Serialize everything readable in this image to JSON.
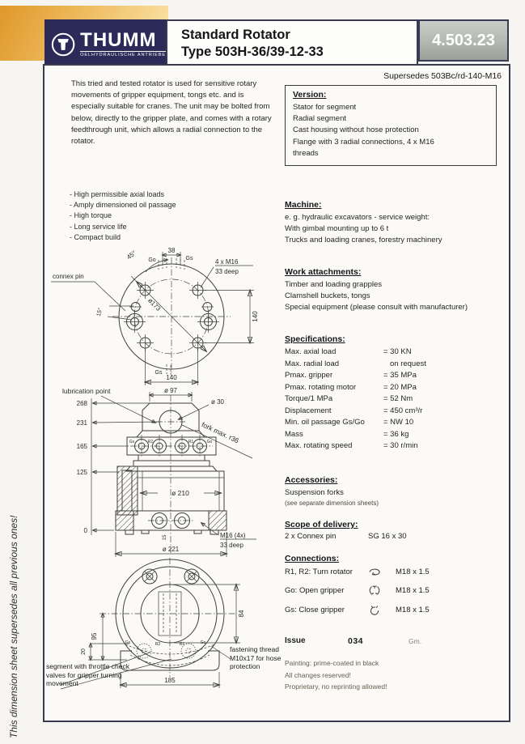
{
  "page": {
    "code_box": "4.503.23",
    "supersedes": "Supersedes 503Bc/rd-140-M16",
    "side_note": "This dimension sheet supersedes all previous ones!"
  },
  "header": {
    "logo": {
      "brand": "THUMM",
      "tagline": "OELHYDRAULISCHE ANTRIEBE"
    },
    "title_line1": "Standard Rotator",
    "title_line2": "Type 503H-36/39-12-33"
  },
  "colors": {
    "brand_navy": "#2b2a58",
    "accent_orange": "#df982a",
    "code_box_gray": "#aab0a8"
  },
  "intro": {
    "p1": "This tried and tested rotator is used for sensitive rotary movements of gripper equipment, tongs etc. and is especially suitable for cranes.",
    "p2": "The unit may be bolted from below, directly to the gripper plate, and comes with a rotary feedthrough unit, which allows a radial connection to the rotator.",
    "bullets": [
      "- High permissible axial loads",
      "- Amply dimensioned oil passage",
      "- High torque",
      "- Long service life",
      "- Compact build"
    ]
  },
  "version": {
    "heading": "Version:",
    "lines": [
      "Stator for segment",
      "Radial segment",
      "Cast housing without hose protection",
      "Flange with 3 radial connections, 4 x M16",
      "threads"
    ]
  },
  "machine": {
    "heading": "Machine:",
    "lines": [
      "e. g. hydraulic excavators - service weight:",
      "With gimbal mounting up to 6 t",
      "Trucks and loading cranes, forestry machinery"
    ]
  },
  "work_attachments": {
    "heading": "Work attachments:",
    "lines": [
      "Timber and loading grapples",
      "Clamshell buckets, tongs",
      "Special equipment (please consult with manufacturer)"
    ]
  },
  "specifications": {
    "heading": "Specifications:",
    "rows": [
      {
        "label": "Max. axial load",
        "value": "= 30 KN"
      },
      {
        "label": "Max. radial load",
        "value": "on request"
      },
      {
        "label": "Pmax. gripper",
        "value": "= 35 MPa"
      },
      {
        "label": "Pmax. rotating motor",
        "value": "= 20 MPa"
      },
      {
        "label": "Torque/1 MPa",
        "value": "= 52 Nm"
      },
      {
        "label": "Displacement",
        "value": "= 450 cm³/r"
      },
      {
        "label": "Min. oil passage Gs/Go",
        "value": "= NW 10"
      },
      {
        "label": "Mass",
        "value": "= 36 kg"
      },
      {
        "label": "Max. rotating speed",
        "value": "= 30 r/min"
      }
    ]
  },
  "accessories": {
    "heading": "Accessories:",
    "line": "Suspension forks",
    "note": "(see separate dimension sheets)"
  },
  "scope": {
    "heading": "Scope of delivery:",
    "item": "2 x Connex pin",
    "value": "SG 16 x 30"
  },
  "connections": {
    "heading": "Connections:",
    "rows": [
      {
        "label": "R1, R2: Turn rotator",
        "icon": "turn-rotator-icon",
        "thread": "M18 x 1.5"
      },
      {
        "label": "Go: Open gripper",
        "icon": "open-gripper-icon",
        "thread": "M18 x 1.5"
      },
      {
        "label": "Gs: Close gripper",
        "icon": "close-gripper-icon",
        "thread": "M18 x 1.5"
      }
    ]
  },
  "issue": {
    "label": "Issue",
    "number": "034",
    "initials": "Gm."
  },
  "footer_notes": [
    "Painting: prime-coated in black",
    "All changes reserved!",
    "Proprietary, no reprinting allowed!"
  ],
  "drawings": {
    "top_view": {
      "angle45": "45°",
      "dim38": "38",
      "port_go": "Go",
      "port_gs": "Gs",
      "bolt_spec": "4 x M16",
      "bolt_depth": "33 deep",
      "connex_pin": "connex pin",
      "dia173": "ø173",
      "angle15": "15°",
      "dim140_vertical": "140",
      "dim140_horizontal": "140",
      "port_gs_bottom": "Gs"
    },
    "side_view": {
      "lubrication": "lubrication point",
      "dia97": "ø 97",
      "dia30": "ø 30",
      "fork_note": "fork max. r36",
      "level_268": "268",
      "level_231": "231",
      "level_165": "165",
      "level_125": "125",
      "level_0": "0",
      "port_gs": "Gs",
      "port_r2": "R2",
      "port_r1": "R1",
      "port_go": "Go",
      "dia210": "ø 210",
      "dim15": "15",
      "bolt_spec": "M16 (4x)",
      "bolt_depth": "33 deep",
      "dia221": "ø 221"
    },
    "bottom_view": {
      "dim84": "84",
      "dim95": "95",
      "dim20": "20",
      "dim185": "185",
      "port_gs": "Gs",
      "port_r2": "R2",
      "port_r1": "R1",
      "port_go": "Go",
      "segment_label": "segment with throttle check valves for gripper turning movement",
      "fastening_label": "fastening thread M10x17 for hose protection"
    }
  }
}
